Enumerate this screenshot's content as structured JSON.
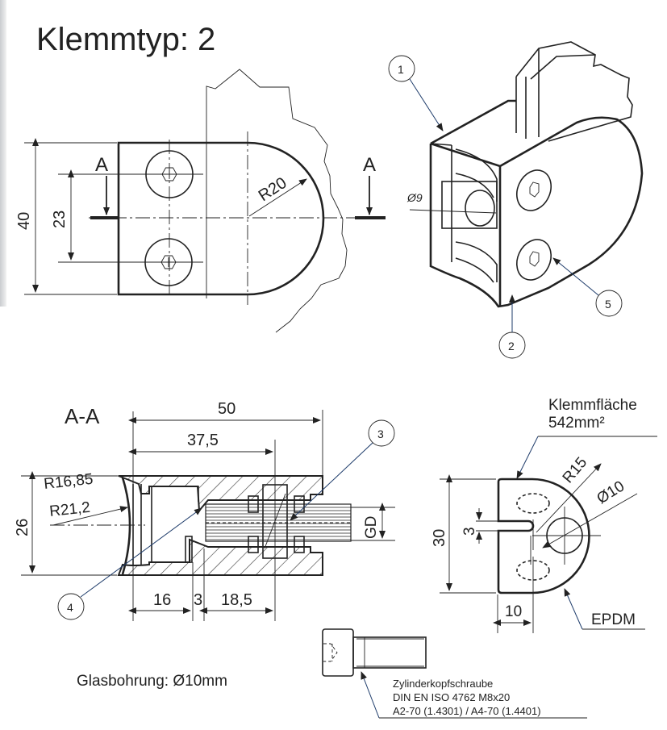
{
  "title": "Klemmtyp: 2",
  "top_view": {
    "section_marker_left": "A",
    "section_marker_right": "A",
    "dim_height": "40",
    "dim_hole_spacing": "23",
    "dim_radius": "R20"
  },
  "iso_view": {
    "callouts": [
      "1",
      "2",
      "5"
    ],
    "dim_diameter": "Ø9"
  },
  "section_view": {
    "label": "A-A",
    "dim_total_length": "50",
    "dim_length_37": "37,5",
    "dim_r1": "R16,85",
    "dim_r2": "R21,2",
    "dim_height": "26",
    "dim_gd": "GD",
    "dim_16": "16",
    "dim_3": "3",
    "dim_18": "18,5",
    "callouts": [
      "3",
      "4"
    ]
  },
  "side_view": {
    "note_line1": "Klemmfläche",
    "note_line2": "542mm²",
    "dim_r15": "R15",
    "dim_d10": "Ø10",
    "dim_30": "30",
    "dim_3": "3",
    "dim_10": "10",
    "material": "EPDM"
  },
  "glass_hole": "Glasbohrung: Ø10mm",
  "screw": {
    "line1": "Zylinderkopfschraube",
    "line2": "DIN EN ISO 4762 M8x20",
    "line3": "A2-70 (1.4301) / A4-70 (1.4401)"
  }
}
